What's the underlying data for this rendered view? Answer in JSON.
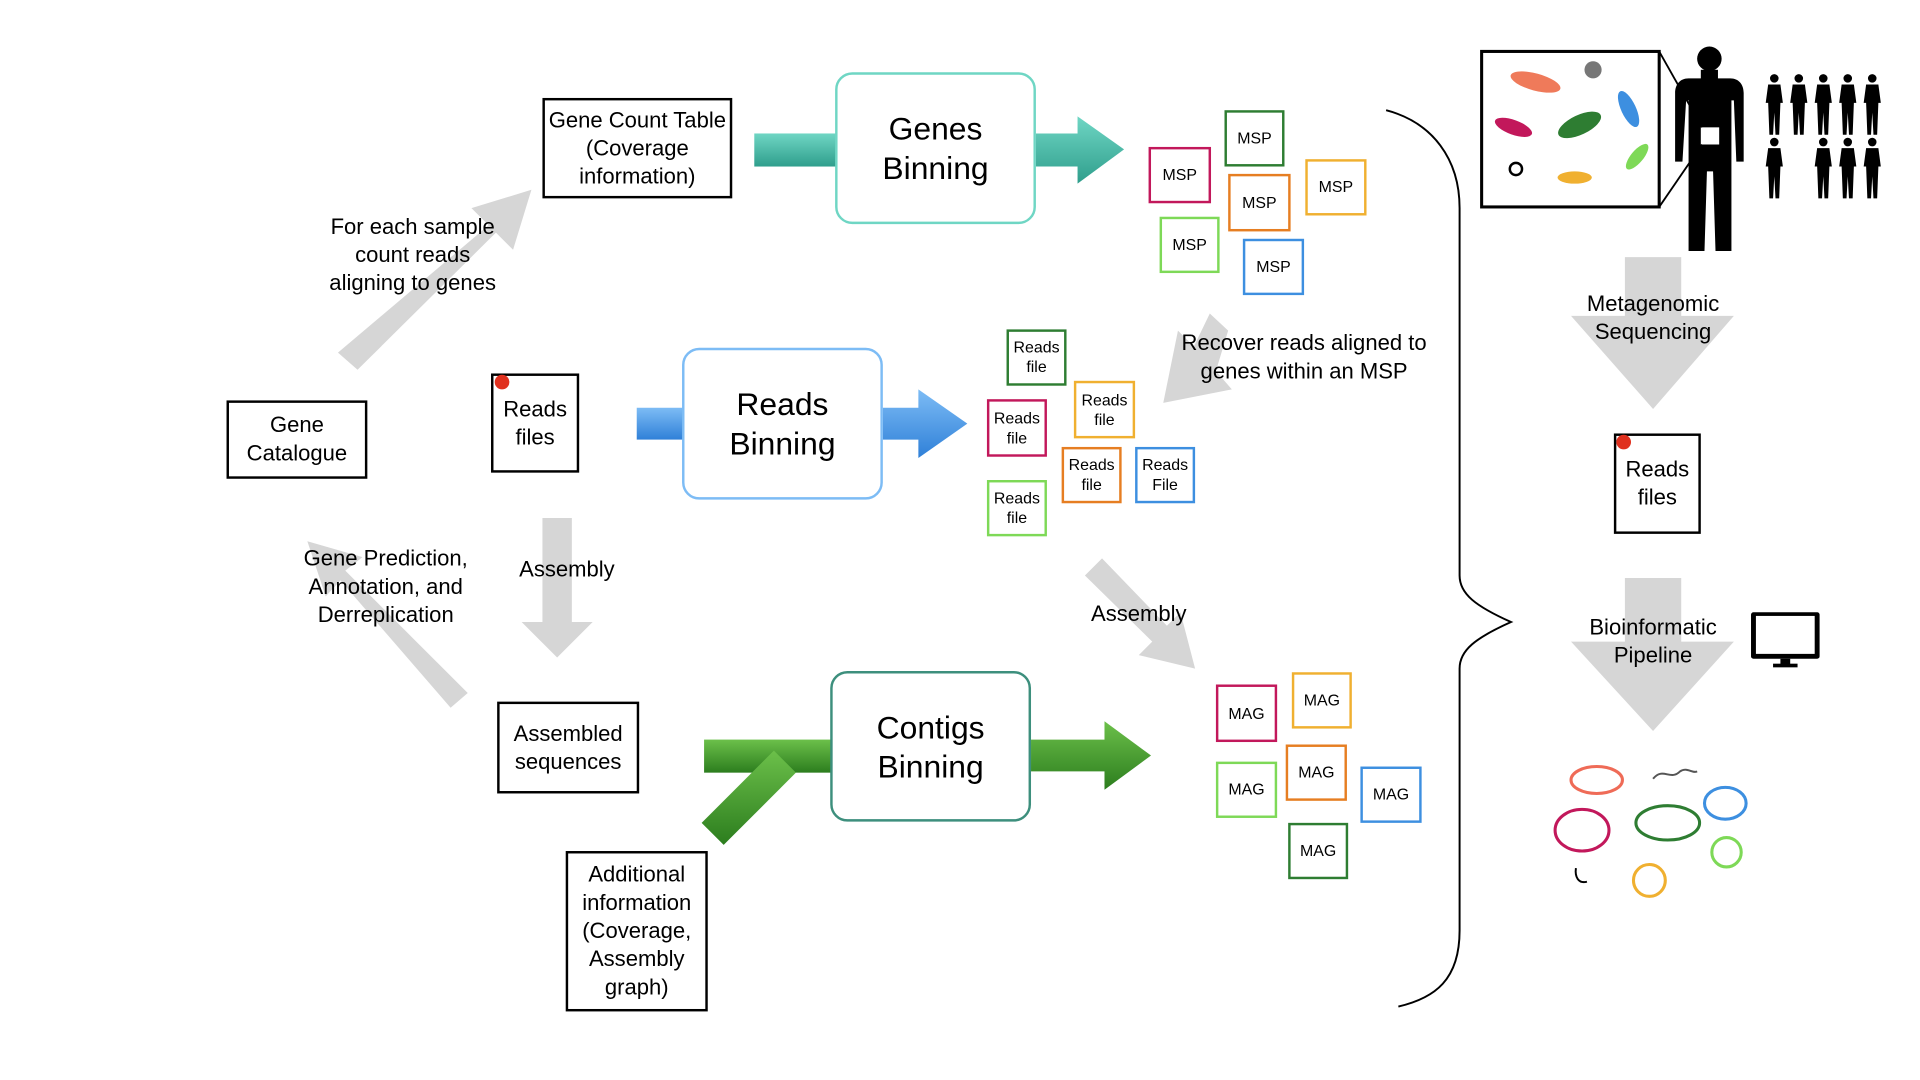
{
  "nodes": {
    "gene_count_table": "Gene Count Table (Coverage information)",
    "gene_catalogue": "Gene Catalogue",
    "reads_files_left": "Reads files",
    "assembled_sequences": "Assembled sequences",
    "additional_information": "Additional information (Coverage, Assembly graph)",
    "reads_files_right": "Reads files"
  },
  "processes": {
    "genes_binning": "Genes Binning",
    "reads_binning": "Reads Binning",
    "contigs_binning": "Contigs Binning"
  },
  "edge_labels": {
    "count_reads": "For each sample count reads aligning to genes",
    "assembly_left": "Assembly",
    "gene_prediction": "Gene Prediction, Annotation, and Derreplication",
    "recover_reads": "Recover reads aligned to genes within an MSP",
    "assembly_mid": "Assembly",
    "metagenomic_sequencing": "Metagenomic Sequencing",
    "bioinformatic_pipeline": "Bioinformatic Pipeline"
  },
  "msp_boxes": [
    {
      "label": "MSP",
      "color": "#2e7d32"
    },
    {
      "label": "MSP",
      "color": "#c2185b"
    },
    {
      "label": "MSP",
      "color": "#e67e22"
    },
    {
      "label": "MSP",
      "color": "#f0b030"
    },
    {
      "label": "MSP",
      "color": "#7ed957"
    },
    {
      "label": "MSP",
      "color": "#3d8fe0"
    }
  ],
  "read_boxes": [
    {
      "label": "Reads file",
      "color": "#2e7d32"
    },
    {
      "label": "Reads file",
      "color": "#c2185b"
    },
    {
      "label": "Reads file",
      "color": "#f0b030"
    },
    {
      "label": "Reads file",
      "color": "#e67e22"
    },
    {
      "label": "Reads File",
      "color": "#3d8fe0"
    },
    {
      "label": "Reads file",
      "color": "#7ed957"
    }
  ],
  "mag_boxes": [
    {
      "label": "MAG",
      "color": "#c2185b"
    },
    {
      "label": "MAG",
      "color": "#f0b030"
    },
    {
      "label": "MAG",
      "color": "#7ed957"
    },
    {
      "label": "MAG",
      "color": "#e67e22"
    },
    {
      "label": "MAG",
      "color": "#3d8fe0"
    },
    {
      "label": "MAG",
      "color": "#2e7d32"
    }
  ],
  "colors": {
    "teal": "#3fbfa8",
    "blue": "#4a9be8",
    "green": "#3a9a2a",
    "gray_arrow": "#d6d6d6",
    "marker_dot": "#e0301e"
  },
  "icons": {
    "human": "human-silhouette-icon",
    "population": "population-icon",
    "microbes": "gut-microbes-icon",
    "monitor": "computer-monitor-icon",
    "bins": "genome-bins-icon"
  }
}
